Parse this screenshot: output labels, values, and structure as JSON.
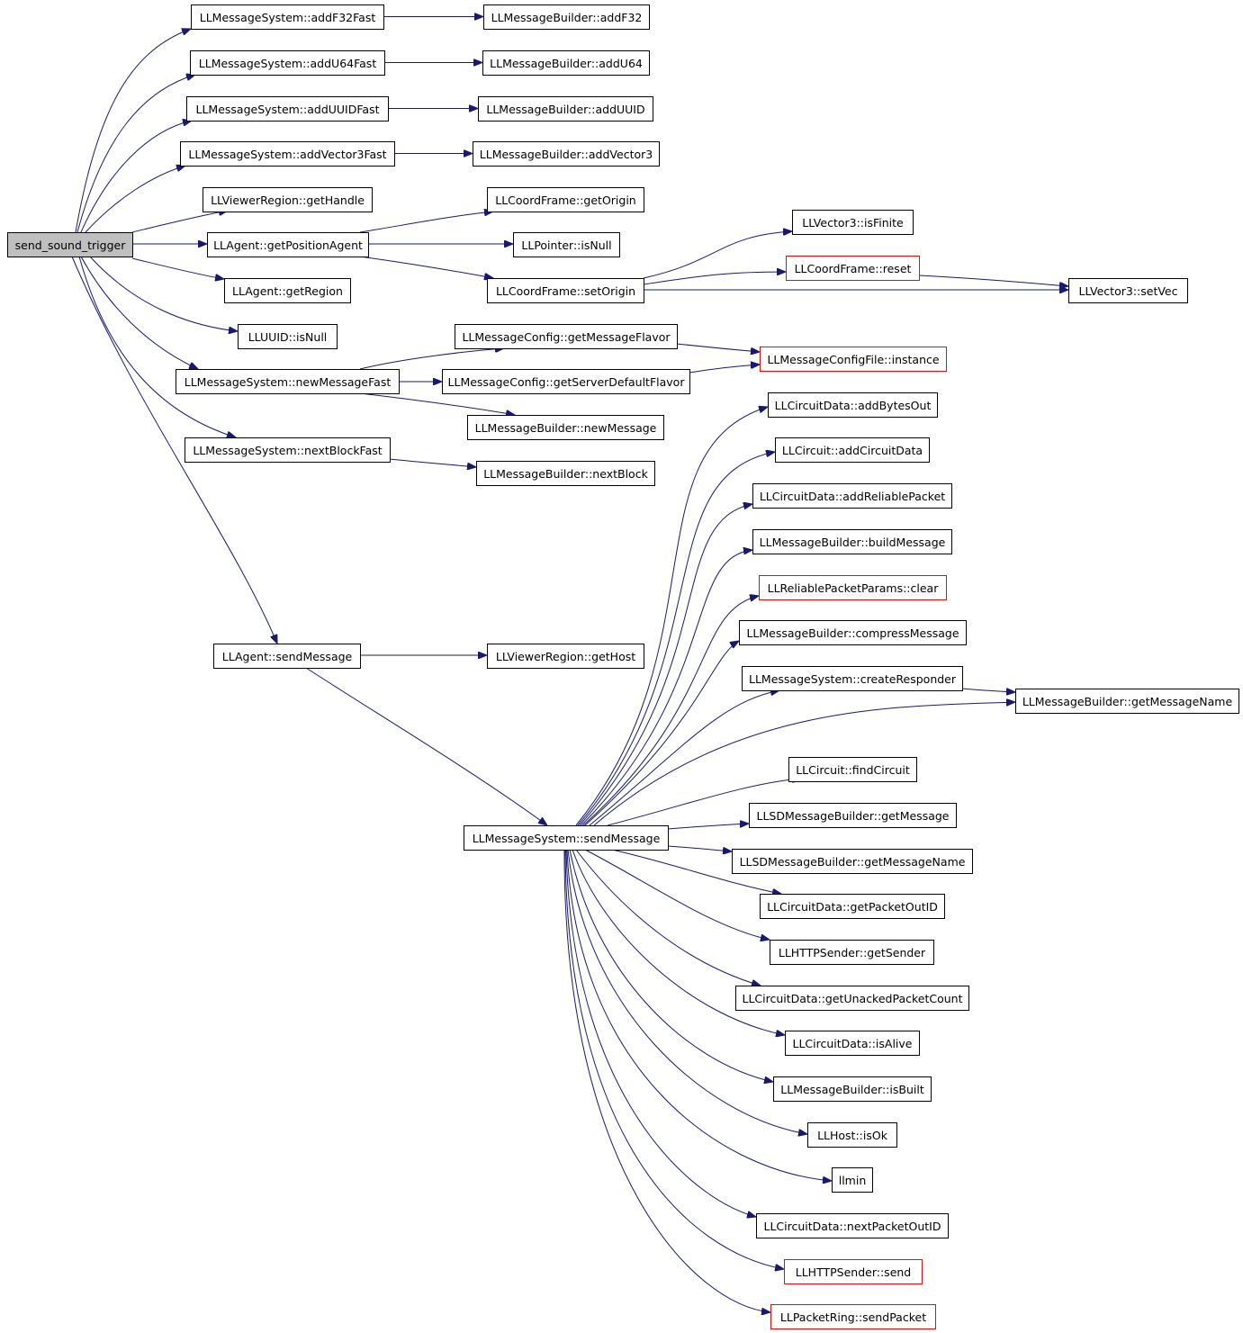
{
  "colors": {
    "edge": "#191970",
    "root_fill": "#bfbfbf",
    "truncated_border": "#ff0000",
    "border": "#000000"
  },
  "nodes": [
    {
      "id": "root",
      "label": "send_sound_trigger",
      "root": true
    },
    {
      "id": "addF32Fast",
      "label": "LLMessageSystem::addF32Fast"
    },
    {
      "id": "addU64Fast",
      "label": "LLMessageSystem::addU64Fast"
    },
    {
      "id": "addUUIDFast",
      "label": "LLMessageSystem::addUUIDFast"
    },
    {
      "id": "addVector3Fast",
      "label": "LLMessageSystem::addVector3Fast"
    },
    {
      "id": "getHandle",
      "label": "LLViewerRegion::getHandle"
    },
    {
      "id": "getPositionAgent",
      "label": "LLAgent::getPositionAgent"
    },
    {
      "id": "getRegion",
      "label": "LLAgent::getRegion"
    },
    {
      "id": "uuidIsNull",
      "label": "LLUUID::isNull"
    },
    {
      "id": "newMessageFast",
      "label": "LLMessageSystem::newMessageFast"
    },
    {
      "id": "nextBlockFast",
      "label": "LLMessageSystem::nextBlockFast"
    },
    {
      "id": "agentSendMessage",
      "label": "LLAgent::sendMessage"
    },
    {
      "id": "addF32",
      "label": "LLMessageBuilder::addF32"
    },
    {
      "id": "addU64",
      "label": "LLMessageBuilder::addU64"
    },
    {
      "id": "addUUID",
      "label": "LLMessageBuilder::addUUID"
    },
    {
      "id": "addVector3",
      "label": "LLMessageBuilder::addVector3"
    },
    {
      "id": "getOrigin",
      "label": "LLCoordFrame::getOrigin"
    },
    {
      "id": "pointerIsNull",
      "label": "LLPointer::isNull"
    },
    {
      "id": "setOrigin",
      "label": "LLCoordFrame::setOrigin"
    },
    {
      "id": "isFinite",
      "label": "LLVector3::isFinite"
    },
    {
      "id": "reset",
      "label": "LLCoordFrame::reset",
      "truncated": true
    },
    {
      "id": "setVec",
      "label": "LLVector3::setVec"
    },
    {
      "id": "getMessageFlavor",
      "label": "LLMessageConfig::getMessageFlavor"
    },
    {
      "id": "getServerDefaultFlavor",
      "label": "LLMessageConfig::getServerDefaultFlavor"
    },
    {
      "id": "configInstance",
      "label": "LLMessageConfigFile::instance",
      "truncated": true
    },
    {
      "id": "newMessage",
      "label": "LLMessageBuilder::newMessage"
    },
    {
      "id": "nextBlock",
      "label": "LLMessageBuilder::nextBlock"
    },
    {
      "id": "getHost",
      "label": "LLViewerRegion::getHost"
    },
    {
      "id": "msSendMessage",
      "label": "LLMessageSystem::sendMessage"
    },
    {
      "id": "addBytesOut",
      "label": "LLCircuitData::addBytesOut"
    },
    {
      "id": "addCircuitData",
      "label": "LLCircuit::addCircuitData"
    },
    {
      "id": "addReliablePacket",
      "label": "LLCircuitData::addReliablePacket"
    },
    {
      "id": "buildMessage",
      "label": "LLMessageBuilder::buildMessage"
    },
    {
      "id": "rppClear",
      "label": "LLReliablePacketParams::clear",
      "truncated": true
    },
    {
      "id": "compressMessage",
      "label": "LLMessageBuilder::compressMessage"
    },
    {
      "id": "createResponder",
      "label": "LLMessageSystem::createResponder"
    },
    {
      "id": "getMessageName",
      "label": "LLMessageBuilder::getMessageName"
    },
    {
      "id": "findCircuit",
      "label": "LLCircuit::findCircuit"
    },
    {
      "id": "sdGetMessage",
      "label": "LLSDMessageBuilder::getMessage"
    },
    {
      "id": "sdGetMessageName",
      "label": "LLSDMessageBuilder::getMessageName"
    },
    {
      "id": "getPacketOutID",
      "label": "LLCircuitData::getPacketOutID"
    },
    {
      "id": "getSender",
      "label": "LLHTTPSender::getSender"
    },
    {
      "id": "getUnackedPacketCount",
      "label": "LLCircuitData::getUnackedPacketCount"
    },
    {
      "id": "isAlive",
      "label": "LLCircuitData::isAlive"
    },
    {
      "id": "isBuilt",
      "label": "LLMessageBuilder::isBuilt"
    },
    {
      "id": "hostIsOk",
      "label": "LLHost::isOk"
    },
    {
      "id": "llmin",
      "label": "llmin"
    },
    {
      "id": "nextPacketOutID",
      "label": "LLCircuitData::nextPacketOutID"
    },
    {
      "id": "httpSend",
      "label": "LLHTTPSender::send",
      "truncated": true
    },
    {
      "id": "sendPacket",
      "label": "LLPacketRing::sendPacket",
      "truncated": true
    }
  ],
  "edges": [
    [
      "root",
      "addF32Fast"
    ],
    [
      "root",
      "addU64Fast"
    ],
    [
      "root",
      "addUUIDFast"
    ],
    [
      "root",
      "addVector3Fast"
    ],
    [
      "root",
      "getHandle"
    ],
    [
      "root",
      "getPositionAgent"
    ],
    [
      "root",
      "getRegion"
    ],
    [
      "root",
      "uuidIsNull"
    ],
    [
      "root",
      "newMessageFast"
    ],
    [
      "root",
      "nextBlockFast"
    ],
    [
      "root",
      "agentSendMessage"
    ],
    [
      "addF32Fast",
      "addF32"
    ],
    [
      "addU64Fast",
      "addU64"
    ],
    [
      "addUUIDFast",
      "addUUID"
    ],
    [
      "addVector3Fast",
      "addVector3"
    ],
    [
      "getPositionAgent",
      "getOrigin"
    ],
    [
      "getPositionAgent",
      "pointerIsNull"
    ],
    [
      "getPositionAgent",
      "setOrigin"
    ],
    [
      "setOrigin",
      "isFinite"
    ],
    [
      "setOrigin",
      "reset"
    ],
    [
      "setOrigin",
      "setVec"
    ],
    [
      "reset",
      "setVec"
    ],
    [
      "newMessageFast",
      "getMessageFlavor"
    ],
    [
      "newMessageFast",
      "getServerDefaultFlavor"
    ],
    [
      "newMessageFast",
      "newMessage"
    ],
    [
      "getMessageFlavor",
      "configInstance"
    ],
    [
      "getServerDefaultFlavor",
      "configInstance"
    ],
    [
      "nextBlockFast",
      "nextBlock"
    ],
    [
      "agentSendMessage",
      "getHost"
    ],
    [
      "agentSendMessage",
      "msSendMessage"
    ],
    [
      "msSendMessage",
      "addBytesOut"
    ],
    [
      "msSendMessage",
      "addCircuitData"
    ],
    [
      "msSendMessage",
      "addReliablePacket"
    ],
    [
      "msSendMessage",
      "buildMessage"
    ],
    [
      "msSendMessage",
      "rppClear"
    ],
    [
      "msSendMessage",
      "compressMessage"
    ],
    [
      "msSendMessage",
      "createResponder"
    ],
    [
      "msSendMessage",
      "getMessageName"
    ],
    [
      "createResponder",
      "getMessageName"
    ],
    [
      "msSendMessage",
      "findCircuit"
    ],
    [
      "msSendMessage",
      "sdGetMessage"
    ],
    [
      "msSendMessage",
      "sdGetMessageName"
    ],
    [
      "msSendMessage",
      "getPacketOutID"
    ],
    [
      "msSendMessage",
      "getSender"
    ],
    [
      "msSendMessage",
      "getUnackedPacketCount"
    ],
    [
      "msSendMessage",
      "isAlive"
    ],
    [
      "msSendMessage",
      "isBuilt"
    ],
    [
      "msSendMessage",
      "hostIsOk"
    ],
    [
      "msSendMessage",
      "llmin"
    ],
    [
      "msSendMessage",
      "nextPacketOutID"
    ],
    [
      "msSendMessage",
      "httpSend"
    ],
    [
      "msSendMessage",
      "sendPacket"
    ]
  ]
}
